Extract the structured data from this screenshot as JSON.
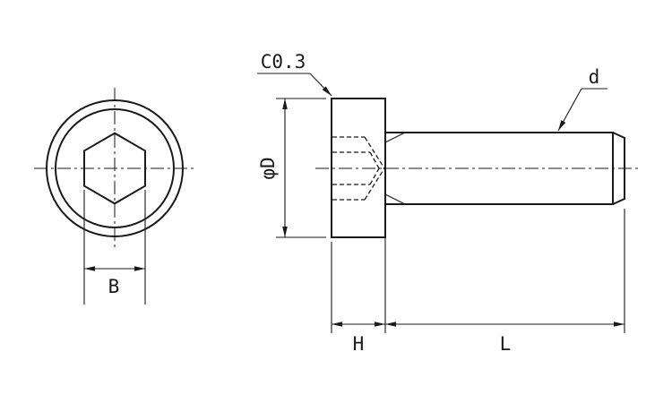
{
  "drawing": {
    "labels": {
      "chamfer": "C0.3",
      "thread_diameter": "d",
      "head_diameter": "φD",
      "socket_width": "B",
      "head_height": "H",
      "shank_length": "L"
    },
    "colors": {
      "line": "#1a1a1a",
      "background": "#ffffff"
    }
  }
}
